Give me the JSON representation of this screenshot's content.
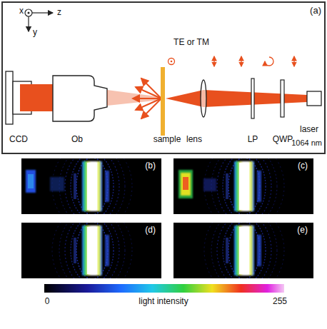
{
  "diagram": {
    "nodes": [
      {
        "text": [
          "(a)"
        ]
      },
      {
        "text": [
          "(b)"
        ]
      },
      {
        "text": [
          "(c)"
        ]
      },
      {
        "text": [
          "(d)"
        ]
      },
      {
        "text": [
          "(e)"
        ]
      }
    ],
    "labels": [
      "x",
      "z",
      "y",
      "TE or TM",
      "CCD",
      "Ob",
      "sample",
      "lens",
      "LP",
      "QWP",
      "laser",
      "1064 nm",
      "0",
      "light intensity",
      "255"
    ]
  }
}
